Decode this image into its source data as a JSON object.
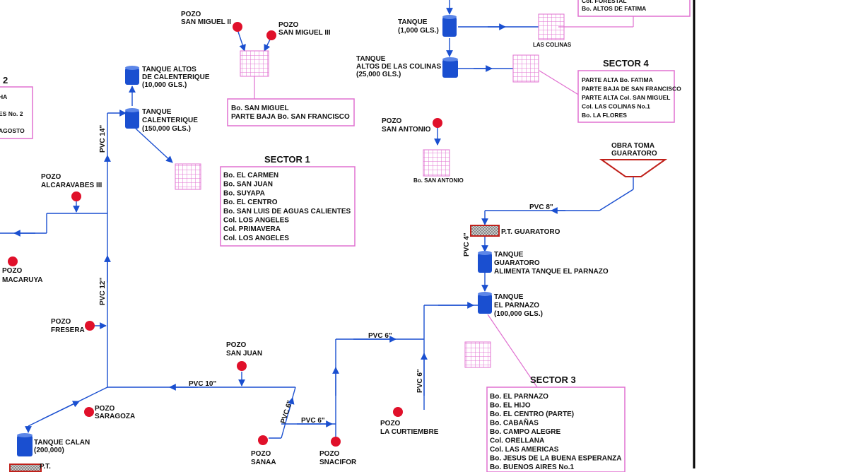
{
  "colors": {
    "pipe": "#1a4fd0",
    "well": "#e0102a",
    "sector_border": "#e070d0",
    "grid": "#e070d0",
    "treatment": "#c0201a"
  },
  "sector2_partial": {
    "title": "2",
    "lines": [
      "HA",
      "ES No. 2",
      "AGOSTO"
    ]
  },
  "top_right_partial": {
    "lines": [
      "Col. FORESTAL",
      "Bo. ALTOS DE FATIMA"
    ]
  },
  "tanks": {
    "altos_calenterique": [
      "TANQUE ALTOS",
      "DE CALENTERIQUE",
      "(10,000 GLS.)"
    ],
    "calenterique": [
      "TANQUE",
      "CALENTERIQUE",
      "(150,000 GLS.)"
    ],
    "tanque_1000": [
      "TANQUE",
      "(1,000 GLS.)"
    ],
    "altos_colinas": [
      "TANQUE",
      "ALTOS DE LAS COLINAS",
      "(25,000 GLS.)"
    ],
    "guaratoro": [
      "TANQUE",
      "GUARATORO",
      "ALIMENTA TANQUE EL PARNAZO"
    ],
    "el_parnazo": [
      "TANQUE",
      "EL PARNAZO",
      "(100,000 GLS.)"
    ],
    "calan": [
      "TANQUE CALAN",
      "(200,000)"
    ]
  },
  "wells": {
    "san_miguel_ii": [
      "POZO",
      "SAN MIGUEL II"
    ],
    "san_miguel_iii": [
      "POZO",
      "SAN MIGUEL III"
    ],
    "alcaravabes": [
      "POZO",
      "ALCARAVABES III"
    ],
    "macaruya": [
      "POZO",
      "MACARUYA"
    ],
    "fresera": [
      "POZO",
      "FRESERA"
    ],
    "san_juan": [
      "POZO",
      "SAN JUAN"
    ],
    "saragoza": [
      "POZO",
      "SARAGOZA"
    ],
    "sanaa": [
      "POZO",
      "SANAA"
    ],
    "snacifor": [
      "POZO",
      "SNACIFOR"
    ],
    "la_curtiembre": [
      "POZO",
      "LA CURTIEMBRE"
    ],
    "san_antonio": [
      "POZO",
      "SAN ANTONIO"
    ]
  },
  "pipes": {
    "pvc14": "PVC 14\"",
    "pvc12": "PVC 12\"",
    "pvc10": "PVC 10\"",
    "pvc6_a": "PVC 6\"",
    "pvc6_b": "PVC 6\"",
    "pvc6_c": "PVC 6\"",
    "pvc6_d": "PVC 6\"",
    "pvc8": "PVC 8\"",
    "pvc4": "PVC 4\""
  },
  "grid_labels": {
    "las_colinas": "LAS COLINAS",
    "san_antonio": "Bo. SAN ANTONIO"
  },
  "sector_san_miguel": {
    "lines": [
      "Bo. SAN MIGUEL",
      "PARTE BAJA Bo. SAN FRANCISCO"
    ]
  },
  "sector1": {
    "title": "SECTOR 1",
    "lines": [
      "Bo. EL CARMEN",
      "Bo. SAN JUAN",
      "Bo. SUYAPA",
      "Bo. EL CENTRO",
      "Bo. SAN LUIS DE AGUAS CALIENTES",
      "Col. LOS ANGELES",
      "Col. PRIMAVERA",
      "Col. LOS ANGELES"
    ]
  },
  "sector4": {
    "title": "SECTOR 4",
    "lines": [
      "PARTE ALTA Bo. FATIMA",
      "PARTE BAJA DE SAN FRANCISCO",
      "PARTE ALTA Col. SAN MIGUEL",
      "Col. LAS COLINAS No.1",
      "Bo. LA FLORES"
    ]
  },
  "sector3": {
    "title": "SECTOR 3",
    "lines": [
      "Bo. EL PARNAZO",
      "Bo. EL HIJO",
      "Bo. EL CENTRO (PARTE)",
      "Bo. CABAÑAS",
      "Bo. CAMPO ALEGRE",
      "Col. ORELLANA",
      "Col. LAS AMERICAS",
      "Bo. JESUS DE LA BUENA ESPERANZA",
      "Bo. BUENOS AIRES No.1"
    ]
  },
  "obra_toma": [
    "OBRA TOMA",
    "GUARATORO"
  ],
  "pt_guaratoro": "P.T. GUARATORO",
  "pt_calan": "P.T."
}
